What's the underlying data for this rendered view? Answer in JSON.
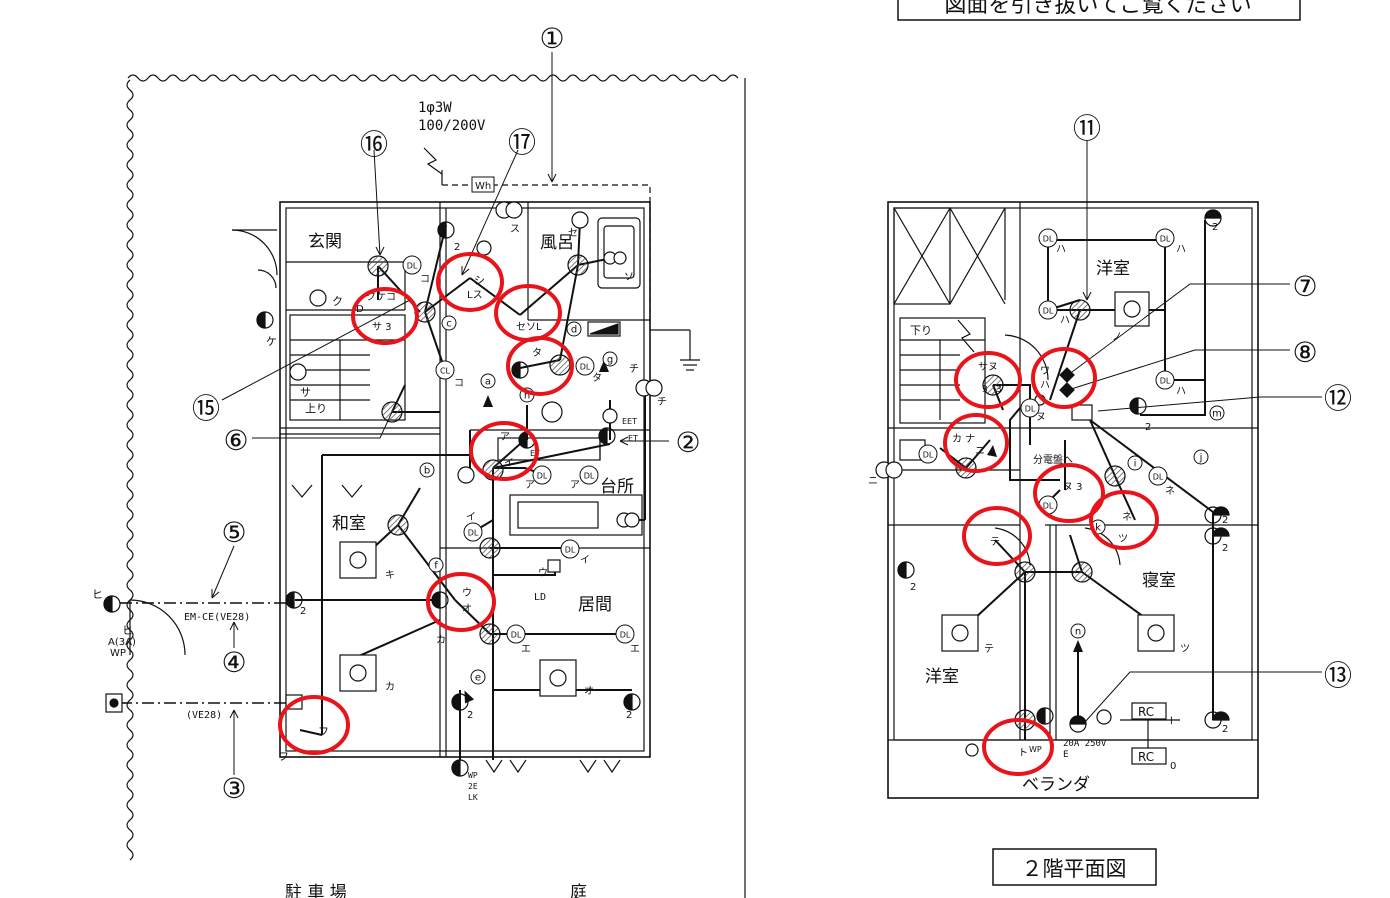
{
  "header_note": "図面を引き抜いてご覧ください",
  "floor2_title": "２階平面図",
  "service": {
    "phase": "1φ3W",
    "voltage": "100/200V",
    "meter": "Wh"
  },
  "rooms1": {
    "entrance": "玄関",
    "bath": "風呂",
    "washitsu": "和室",
    "kitchen": "台所",
    "living": "居間",
    "parking": "駐 車 場",
    "garden": "庭",
    "stairs_up": "上り"
  },
  "rooms2": {
    "western_n": "洋室",
    "western_s": "洋室",
    "bedroom": "寝室",
    "veranda": "ベランダ",
    "stairs_down": "下り"
  },
  "callouts": [
    "①",
    "②",
    "③",
    "④",
    "⑤",
    "⑥",
    "⑦",
    "⑧",
    "⑪",
    "⑫",
    "⑬",
    "⑮",
    "⑯",
    "⑰"
  ],
  "circuits": [
    "a",
    "b",
    "c",
    "d",
    "e",
    "f",
    "g",
    "h",
    "i",
    "j",
    "k",
    "m",
    "n"
  ],
  "labels1": {
    "wiring_ve28_a": "EM-CE(VE28)",
    "wiring_ve28_b": "(VE28)",
    "outdoor_box": "A(3A)",
    "outdoor_wp": "WP",
    "hi1": "ヒ",
    "hi2": "ヒ",
    "fu": "フ",
    "fu2": "フ",
    "ke": "ケ",
    "ku": "ク",
    "d3": "D",
    "ku_ke_ko": "クケコ",
    "sa3": "サ 3",
    "sa_stair": "サ",
    "ko1": "コ",
    "ko2": "コ",
    "shi": "シ",
    "lsu": "Lス",
    "su": "ス",
    "se": "セ",
    "seso": "セソL",
    "so": "ソ",
    "ta": "タ",
    "ta2": "タ",
    "ta3": "タ",
    "chi": "チ",
    "chi2": "チ",
    "a1": "ア",
    "i1": "イ",
    "a2": "ア",
    "a3": "ア",
    "et1": "ET",
    "et2": "ET",
    "eet": "EET",
    "ki": "キ",
    "ki2": "キ",
    "ka": "カ",
    "ka2": "カ",
    "u": "ウ",
    "e_o": "エ",
    "o": "オ",
    "u2": "ウ",
    "i2": "イ",
    "i3": "イ",
    "e1": "エ",
    "e2": "エ",
    "o2": "オ",
    "ld": "LD",
    "wp2elk": "WP\n2E\nLK",
    "two": "2",
    "cl": "CL"
  },
  "labels2": {
    "ha": "ハ",
    "no": "ノ",
    "sanu": "サヌ",
    "n3": "3",
    "ka_ni": "カ ナ",
    "ni": "ニ",
    "nu": "ヌ",
    "nu3": "ヌ 3",
    "ne": "ネ",
    "ne2": "ネ",
    "tsu": "ツ",
    "tsu2": "ツ",
    "te": "テ",
    "te2": "テ",
    "to": "ト",
    "to_wp": "WP",
    "to_e": "E",
    "rc": "RC",
    "rc2": "RC",
    "l1": "l",
    "o1": "0",
    "ni2": "ニ",
    "ni3": "ニ",
    "distribution": "分電盤へ",
    "outlet_200": "20A 250V",
    "outlet_e": "E",
    "wa": "ワ",
    "wa_ha": "ハ"
  },
  "dl": "DL",
  "colors": {
    "line": "#111111",
    "highlight": "#e8141b",
    "hatch": "#555555"
  },
  "red_marks_count": 14
}
